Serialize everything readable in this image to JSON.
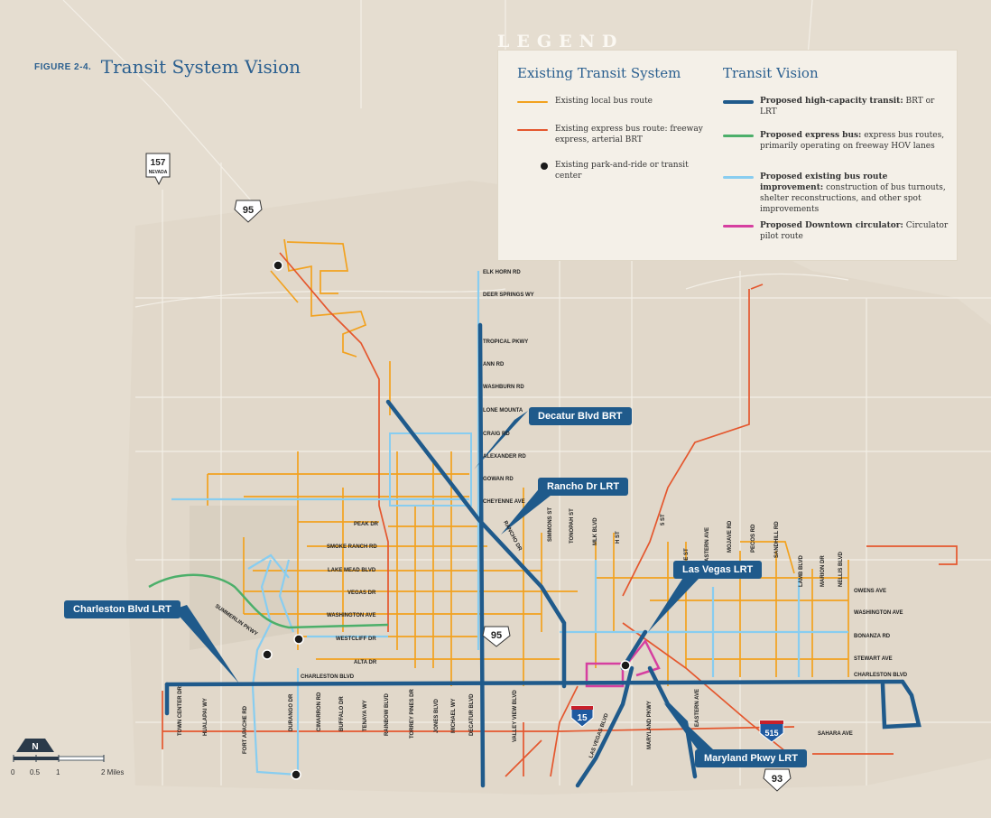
{
  "figure": {
    "label": "FIGURE 2-4.",
    "title": "Transit System Vision"
  },
  "legend": {
    "word": "LEGEND",
    "existing_heading": "Existing Transit System",
    "vision_heading": "Transit Vision",
    "existing_items": [
      {
        "bold": "",
        "text": "Existing local bus route",
        "color": "#f2a21f"
      },
      {
        "bold": "",
        "text": "Existing express bus route: freeway express, arterial BRT",
        "color": "#e4572e"
      },
      {
        "bold": "",
        "text": "Existing park-and-ride or transit center",
        "color": "#1a1a1a"
      }
    ],
    "vision_items": [
      {
        "bold": "Proposed high-capacity transit:",
        "text": " BRT or LRT",
        "color": "#1f5a8b"
      },
      {
        "bold": "Proposed express bus:",
        "text": " express bus routes, primarily operating on freeway HOV lanes",
        "color": "#4caf6a"
      },
      {
        "bold": "Proposed existing bus route improvement:",
        "text": " construction of bus turnouts, shelter reconstructions, and other spot improvements",
        "color": "#88cdf0"
      },
      {
        "bold": "Proposed Downtown circulator:",
        "text": " Circulator pilot route",
        "color": "#d63fa0"
      }
    ]
  },
  "callouts": {
    "decatur": "Decatur Blvd BRT",
    "rancho": "Rancho Dr LRT",
    "las_vegas": "Las Vegas LRT",
    "charleston": "Charleston Blvd LRT",
    "maryland": "Maryland Pkwy LRT"
  },
  "shields": {
    "sr157": "157",
    "sr157_state": "NEVADA",
    "us95_north": "95",
    "us95_mid": "95",
    "i15": "15",
    "i515": "515",
    "us93": "93"
  },
  "scale": {
    "north": "N",
    "ticks": [
      "0",
      "0.5",
      "1",
      "2 Miles"
    ]
  },
  "streets": {
    "elk_horn": "ELK HORN RD",
    "deer_springs": "DEER SPRINGS WY",
    "tropical": "TROPICAL PKWY",
    "ann": "ANN RD",
    "washburn": "WASHBURN RD",
    "lone_mountain": "LONE MOUNTA",
    "craig": "CRAIG RD",
    "alexander": "ALEXANDER RD",
    "gowan": "GOWAN RD",
    "cheyenne": "CHEYENNE AVE",
    "peak": "PEAK DR",
    "smoke_ranch": "SMOKE RANCH RD",
    "lake_mead": "LAKE MEAD BLVD",
    "vegas": "VEGAS DR",
    "washington_w": "WASHINGTON AVE",
    "westcliff": "WESTCLIFF DR",
    "alta": "ALTA DR",
    "charleston_w": "CHARLESTON BLVD",
    "owens": "OWENS AVE",
    "washington_e": "WASHINGTON AVE",
    "bonanza": "BONANZA RD",
    "stewart": "STEWART AVE",
    "charleston_e": "CHARLESTON BLVD",
    "sahara": "SAHARA AVE",
    "summerlin": "SUMMERLIN PKWY",
    "rancho": "RANCHO DR",
    "town_center": "TOWN CENTER DR",
    "hualapai": "HUALAPAI WY",
    "fort_apache": "FORT APACHE RD",
    "durango": "DURANGO DR",
    "cimarron": "CIMARRON RD",
    "buffalo": "BUFFALO DR",
    "tenaya": "TENAYA WY",
    "rainbow": "RAINBOW BLVD",
    "torrey_pines": "TORREY PINES DR",
    "jones": "JONES BLVD",
    "michael": "MICHAEL WY",
    "decatur": "DECATUR BLVD",
    "valley_view": "VALLEY VIEW BLVD",
    "las_vegas_blvd": "LAS VEGAS BLVD",
    "maryland": "MARYLAND PKWY",
    "eastern_s": "EASTERN AVE",
    "simmons": "SIMMONS ST",
    "tonopah": "TONOPAH ST",
    "mlk": "MLK BLVD",
    "h_st": "H ST",
    "five_st": "5 ST",
    "bruce": "BRUCE ST",
    "eastern_n": "EASTERN AVE",
    "mojave": "MOJAVE RD",
    "pecos": "PECOS RD",
    "sandhill": "SANDHILL RD",
    "lamb": "LAMB BLVD",
    "marion": "MARION DR",
    "nellis": "NELLIS BLVD"
  }
}
